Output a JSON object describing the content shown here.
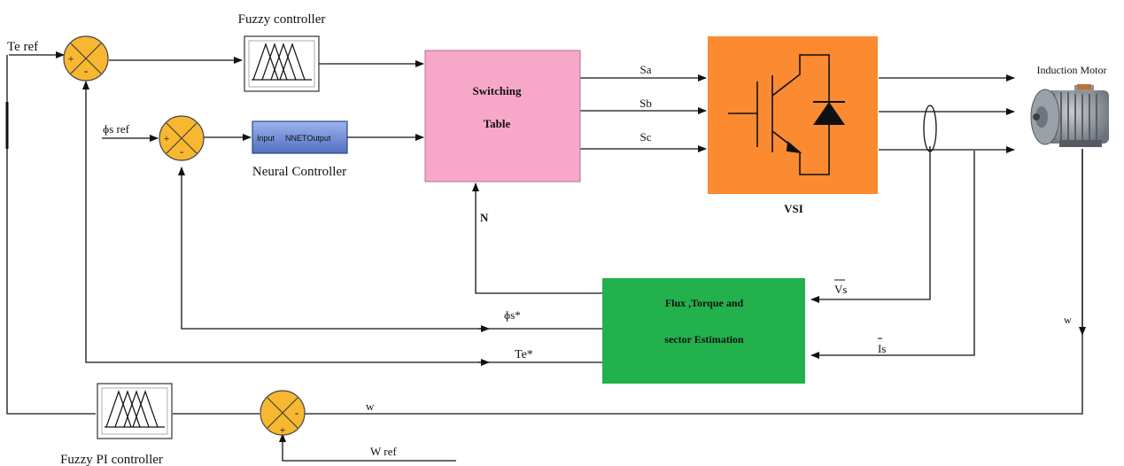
{
  "labels": {
    "te_ref": "Te ref",
    "fuzzy_controller": "Fuzzy controller",
    "phis_ref": "ɸs ref",
    "neural_controller": "Neural Controller",
    "nnet_input": "Input",
    "nnet_output": "NNETOutput",
    "switching_table_line1": "Switching",
    "switching_table_line2": "Table",
    "sa": "Sa",
    "sb": "Sb",
    "sc": "Sc",
    "vsi": "VSI",
    "induction_motor": "Induction Motor",
    "n": "N",
    "vs": "Vs",
    "is": "Is",
    "estimator_line1": "Flux ,Torque and",
    "estimator_line2": "sector Estimation",
    "phis_star": "ɸs*",
    "te_star": "Te*",
    "w_motor": "w",
    "w_feedback": "w",
    "w_ref": "W ref",
    "fuzzy_pi_controller": "Fuzzy PI controller",
    "plus": "+",
    "minus": "-"
  },
  "colors": {
    "summing_junction": "#f7b731",
    "switching_table": "#f7a8c8",
    "vsi": "#fb8a30",
    "estimator": "#22b14c",
    "nnet_block": "#6f8fd8",
    "line": "#111111"
  }
}
